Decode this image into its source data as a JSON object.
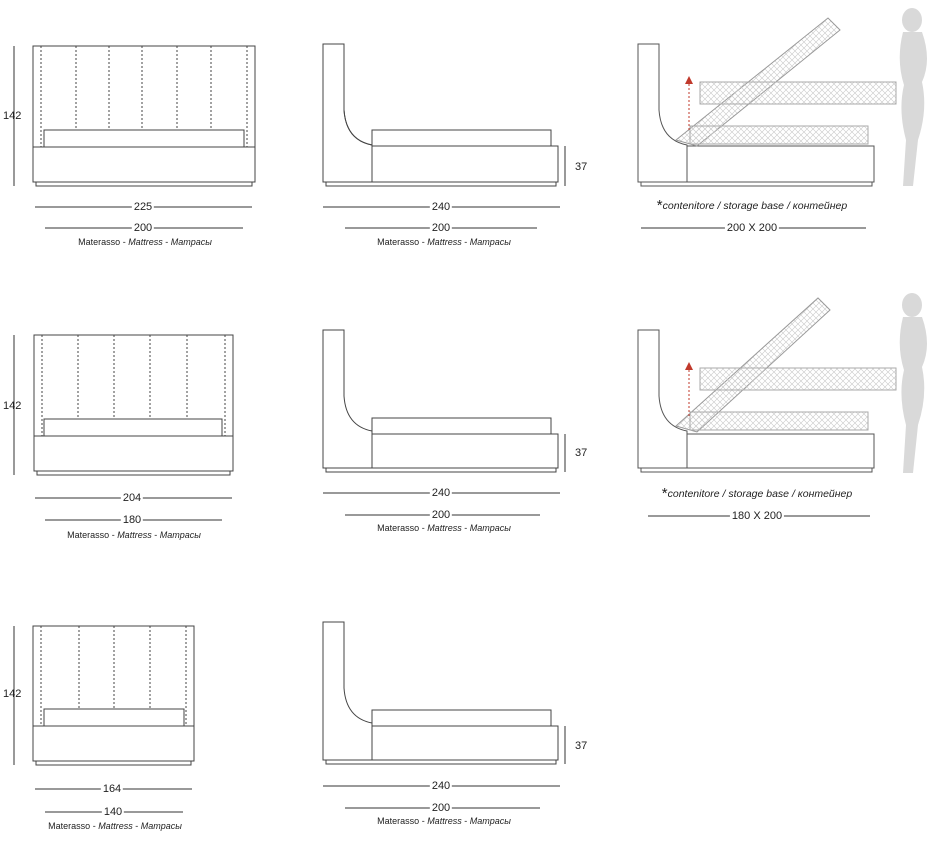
{
  "rows": [
    {
      "height": "142",
      "front_width": "225",
      "front_mattress": "200",
      "side_length": "240",
      "side_mattress": "200",
      "side_height": "37",
      "storage_size": "200 X 200"
    },
    {
      "height": "142",
      "front_width": "204",
      "front_mattress": "180",
      "side_length": "240",
      "side_mattress": "200",
      "side_height": "37",
      "storage_size": "180 X 200"
    },
    {
      "height": "142",
      "front_width": "164",
      "front_mattress": "140",
      "side_length": "240",
      "side_mattress": "200",
      "side_height": "37"
    }
  ],
  "mattress_caption": {
    "it": "Materasso",
    "sep": " - ",
    "en": "Mattress",
    "ru": "Матрасы"
  },
  "storage_caption": {
    "star": "*",
    "text": "contenitore / storage base / контейнер"
  },
  "colors": {
    "line": "#444444",
    "dim": "#333333",
    "stripe": "#555555",
    "figure": "#d9d9d9",
    "mesh": "#bdbdbd",
    "arrow": "#c0392b"
  }
}
